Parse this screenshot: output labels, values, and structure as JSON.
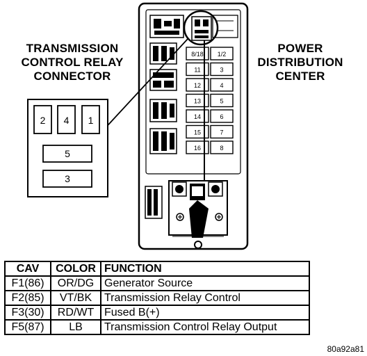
{
  "left_heading": [
    "TRANSMISSION",
    "CONTROL RELAY",
    "CONNECTOR"
  ],
  "right_heading": [
    "POWER",
    "DISTRIBUTION",
    "CENTER"
  ],
  "connector_cavities": {
    "top": [
      "2",
      "4",
      "1"
    ],
    "middle": "5",
    "bottom": "3"
  },
  "fuse_labels": [
    [
      "8/18",
      "1/2"
    ],
    [
      "11",
      "3"
    ],
    [
      "12",
      "4"
    ],
    [
      "13",
      "5"
    ],
    [
      "14",
      "6"
    ],
    [
      "15",
      "7"
    ],
    [
      "16",
      "8"
    ]
  ],
  "table": {
    "headers": [
      "CAV",
      "COLOR",
      "FUNCTION"
    ],
    "rows": [
      [
        "F1(86)",
        "OR/DG",
        "Generator Source"
      ],
      [
        "F2(85)",
        "VT/BK",
        "Transmission Relay Control"
      ],
      [
        "F3(30)",
        "RD/WT",
        "Fused B(+)"
      ],
      [
        "F5(87)",
        "LB",
        "Transmission Control Relay Output"
      ]
    ]
  },
  "reference_code": "80a92a81"
}
